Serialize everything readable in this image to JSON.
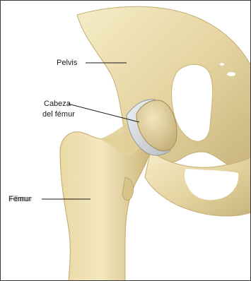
{
  "labels": {
    "pelvis": "Pelvis",
    "cabeza_line1": "Cabeza",
    "cabeza_line2": "del fémur",
    "femur": "Fémur"
  },
  "colors": {
    "bone_light": "#efe2b8",
    "bone_mid": "#dccb93",
    "bone_shadow": "#b8a36a",
    "cartilage": "#d9dde0",
    "leader_line": "#1a1a1a",
    "border": "#3a3a3a"
  }
}
